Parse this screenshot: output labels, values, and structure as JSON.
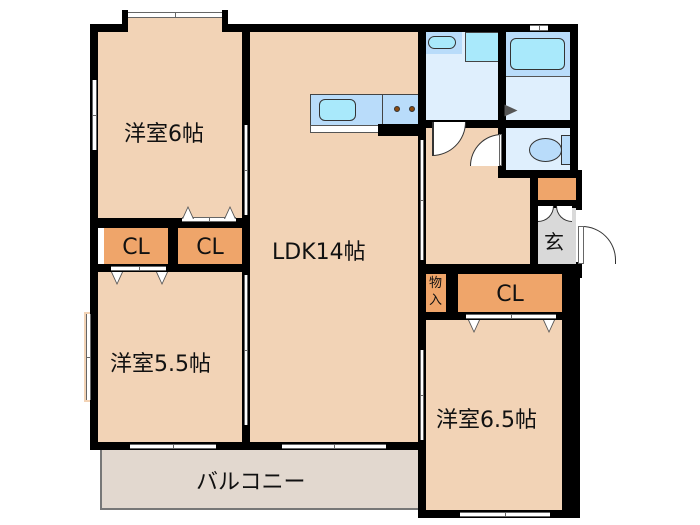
{
  "floor_plan": {
    "rooms": {
      "western_room_1": {
        "label": "洋室6帖"
      },
      "western_room_2": {
        "label": "洋室5.5帖"
      },
      "western_room_3": {
        "label": "洋室6.5帖"
      },
      "ldk": {
        "label": "LDK14帖"
      },
      "balcony": {
        "label": "バルコニー"
      },
      "entrance": {
        "label": "玄"
      },
      "storage": {
        "label": "物入"
      }
    },
    "closets": [
      {
        "label": "CL"
      },
      {
        "label": "CL"
      },
      {
        "label": "CL"
      }
    ],
    "colors": {
      "room": "#f2d3b6",
      "closet": "#efa56a",
      "wet_area": "#dfeffd",
      "fixture": "#b9dcfa",
      "water": "#a9e9fb",
      "balcony": "#e2d8cf",
      "entrance": "#d9d9d9",
      "wall": "#000000"
    }
  }
}
